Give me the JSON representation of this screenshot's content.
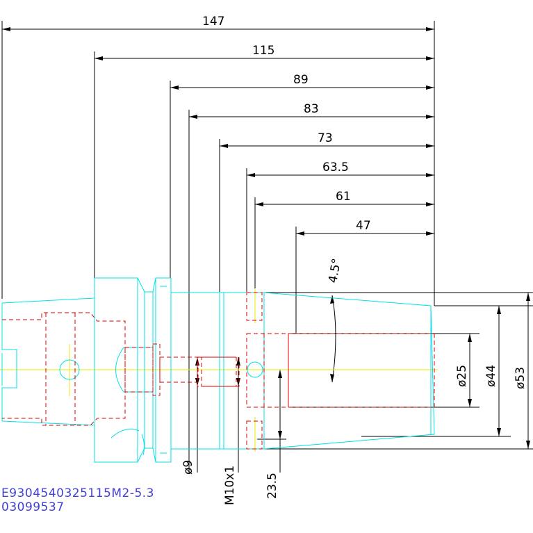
{
  "dimensions": {
    "lengths": [
      "147",
      "115",
      "89",
      "83",
      "73",
      "63.5",
      "61",
      "47"
    ],
    "diameters": [
      "ø25",
      "ø44",
      "ø53"
    ],
    "angle": "4.5°",
    "bottom": [
      "ø9",
      "M10x1",
      "23.5"
    ]
  },
  "part": {
    "code": "E9304540325115M2-5.3",
    "number": "03099537"
  },
  "colors": {
    "outline": "#00e0e8",
    "hidden": "#e00000",
    "center": "#e8e800",
    "dimension": "#000000",
    "code_text": "#4040d8"
  }
}
